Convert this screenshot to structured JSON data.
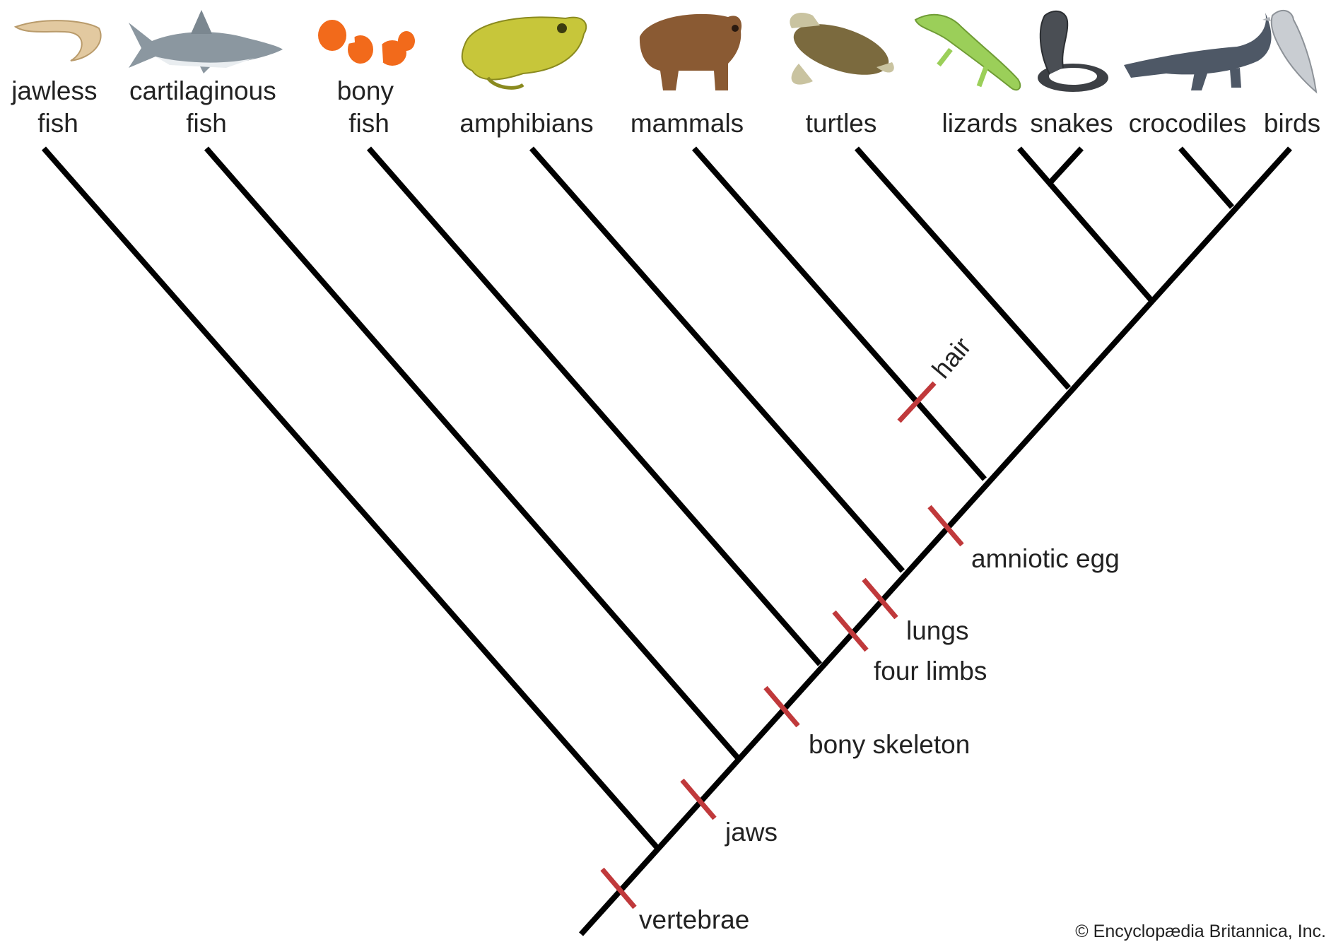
{
  "colors": {
    "branch": "#000000",
    "trait_mark": "#c0393b",
    "text": "#222222"
  },
  "taxa": [
    {
      "id": "jawless-fish",
      "label": [
        "jawless",
        "fish"
      ],
      "icon": "eel-icon"
    },
    {
      "id": "cartilaginous-fish",
      "label": [
        "cartilaginous",
        "fish"
      ],
      "icon": "shark-icon"
    },
    {
      "id": "bony-fish",
      "label": [
        "bony",
        "fish"
      ],
      "icon": "clownfish-icon"
    },
    {
      "id": "amphibians",
      "label": [
        "amphibians"
      ],
      "icon": "frog-icon"
    },
    {
      "id": "mammals",
      "label": [
        "mammals"
      ],
      "icon": "bear-icon"
    },
    {
      "id": "turtles",
      "label": [
        "turtles"
      ],
      "icon": "turtle-icon"
    },
    {
      "id": "lizards",
      "label": [
        "lizards"
      ],
      "icon": "lizard-icon"
    },
    {
      "id": "snakes",
      "label": [
        "snakes"
      ],
      "icon": "snake-icon"
    },
    {
      "id": "crocodiles",
      "label": [
        "crocodiles"
      ],
      "icon": "crocodile-icon"
    },
    {
      "id": "birds",
      "label": [
        "birds"
      ],
      "icon": "bird-icon"
    }
  ],
  "traits": {
    "vertebrae": "vertebrae",
    "jaws": "jaws",
    "bony_skeleton": "bony skeleton",
    "four_limbs": "four limbs",
    "lungs": "lungs",
    "amniotic_egg": "amniotic egg",
    "hair": "hair"
  },
  "credit": "© Encyclopædia Britannica, Inc."
}
